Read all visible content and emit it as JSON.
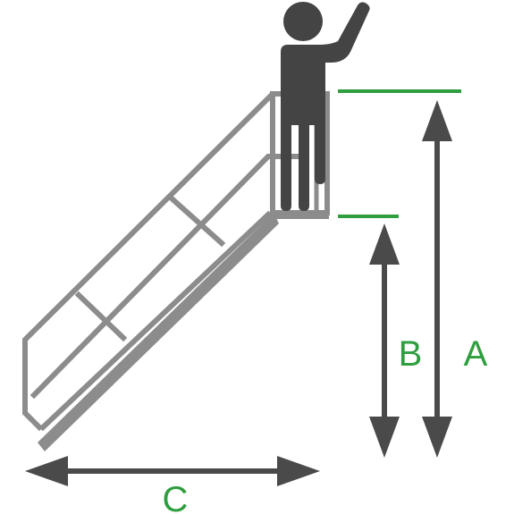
{
  "colors": {
    "background": "#ffffff",
    "stair": "#8c8c8c",
    "figure": "#444444",
    "arrow": "#4a4a4a",
    "accent": "#2e9e3e"
  },
  "labels": {
    "a": "A",
    "b": "B",
    "c": "C"
  },
  "icons": {
    "person": "person-waving-icon",
    "stair": "stair-with-platform-icon"
  }
}
